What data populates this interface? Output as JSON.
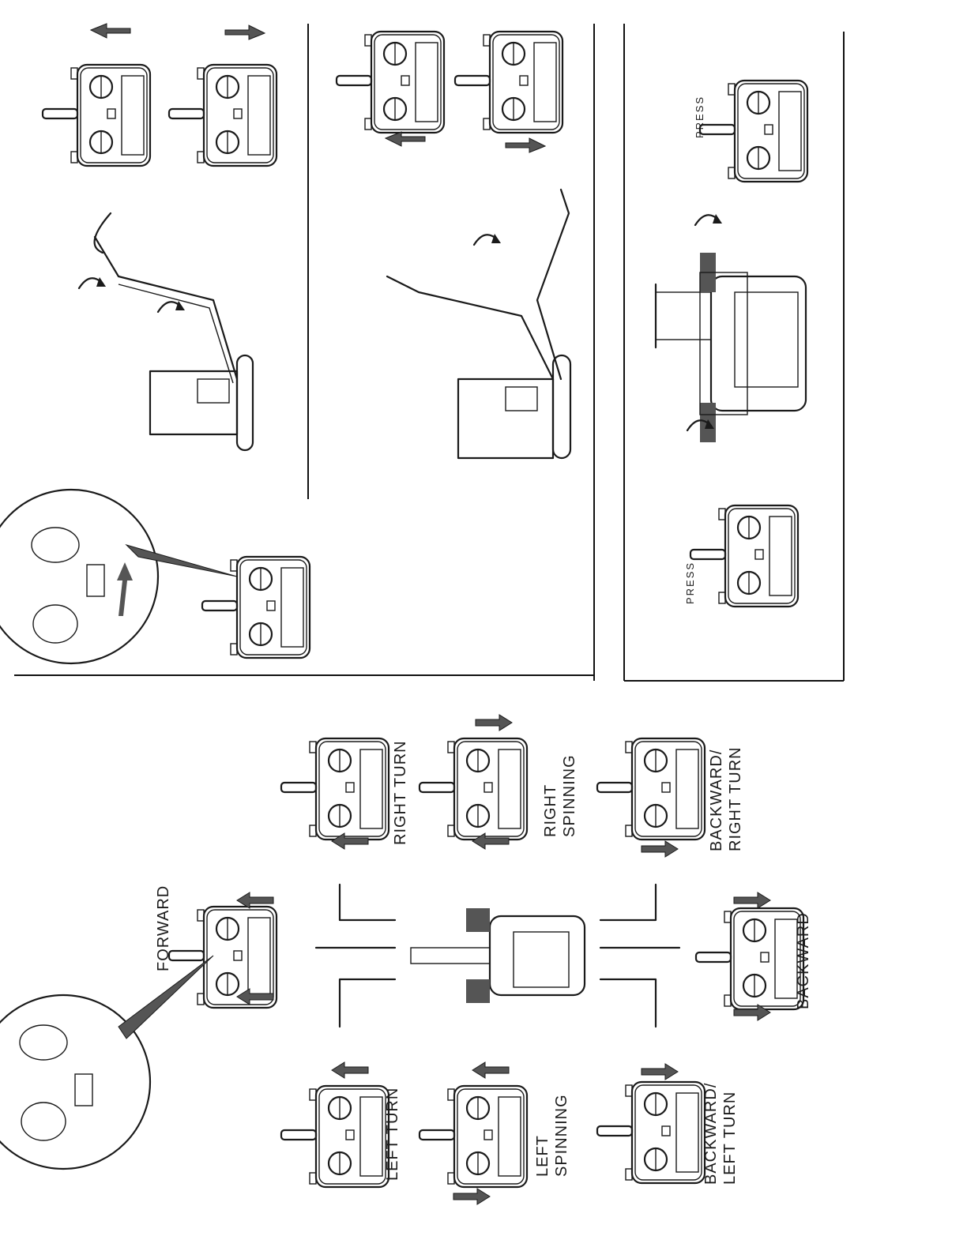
{
  "labels": {
    "forward": "FORWARD",
    "left_turn": "LEFT TURN",
    "right_turn": "RIGHT TURN",
    "left_spinning": "LEFT\nSPINNING",
    "right_spinning": "RIGHT\nSPINNING",
    "backward_left_turn": "BACKWARD/\nLEFT TURN",
    "backward_right_turn": "BACKWARD/\nRIGHT TURN",
    "backward": "BACKWARD",
    "press_1": "PRESS",
    "press_2": "PRESS"
  },
  "icons": [
    "remote-controller-icon",
    "excavator-icon",
    "arrow-icon",
    "magnifier-icon",
    "rotation-arrow-icon"
  ],
  "colors": {
    "ink": "#1a1a1a",
    "paper": "#ffffff",
    "arrow_fill": "#555555"
  }
}
